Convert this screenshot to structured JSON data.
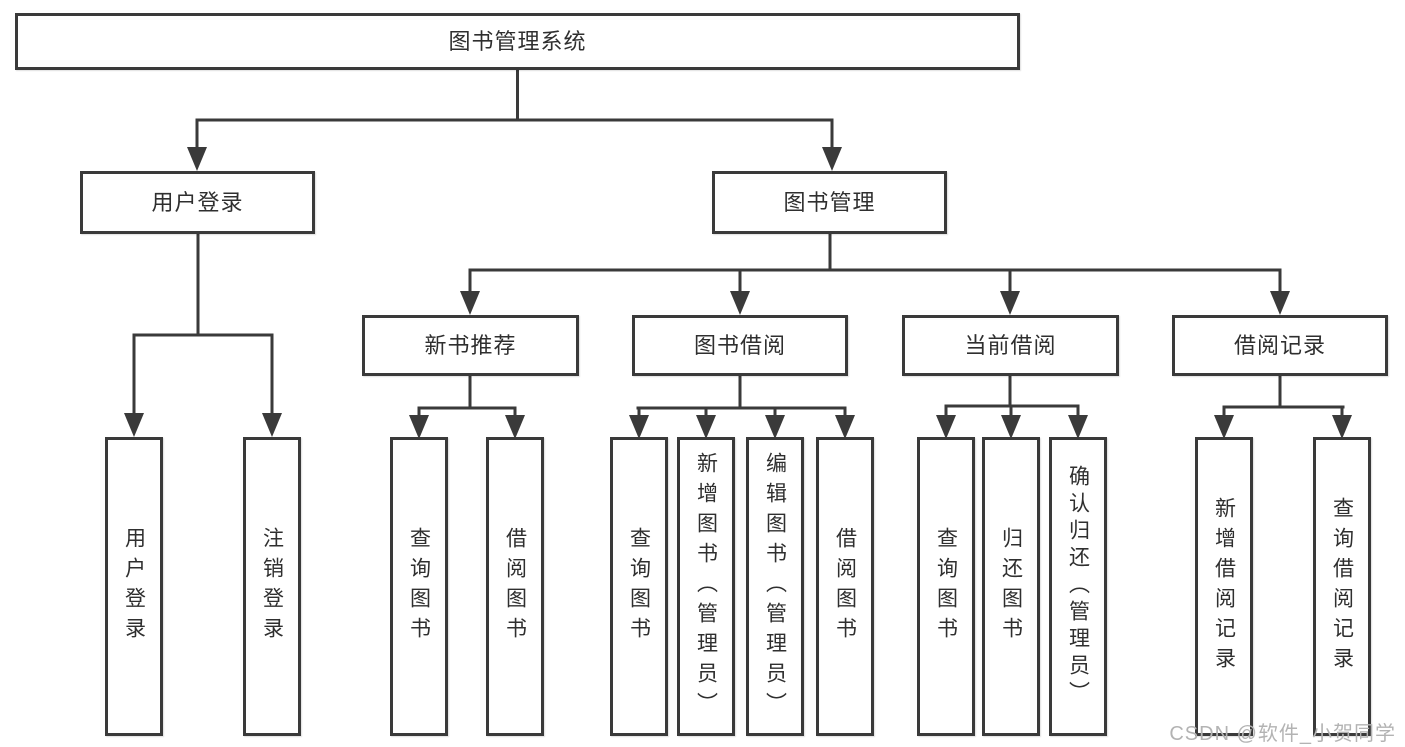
{
  "diagram": {
    "root": "图书管理系统",
    "level1": [
      "用户登录",
      "图书管理"
    ],
    "level2": [
      "新书推荐",
      "图书借阅",
      "当前借阅",
      "借阅记录"
    ],
    "leaves": {
      "user_login": [
        "用户登录",
        "注销登录"
      ],
      "new_books": [
        "查询图书",
        "借阅图书"
      ],
      "book_borrow": [
        "查询图书",
        "新增图书（管理员）",
        "编辑图书（管理员）",
        "借阅图书"
      ],
      "current_borrow": [
        "查询图书",
        "归还图书",
        "确认归还（管理员）"
      ],
      "borrow_records": [
        "新增借阅记录",
        "查询借阅记录"
      ]
    },
    "colors": {
      "line": "#3a3a3a",
      "box_background": "#ffffff",
      "watermark": "#b3b3b3"
    },
    "watermark": "CSDN @软件_小贺同学"
  }
}
